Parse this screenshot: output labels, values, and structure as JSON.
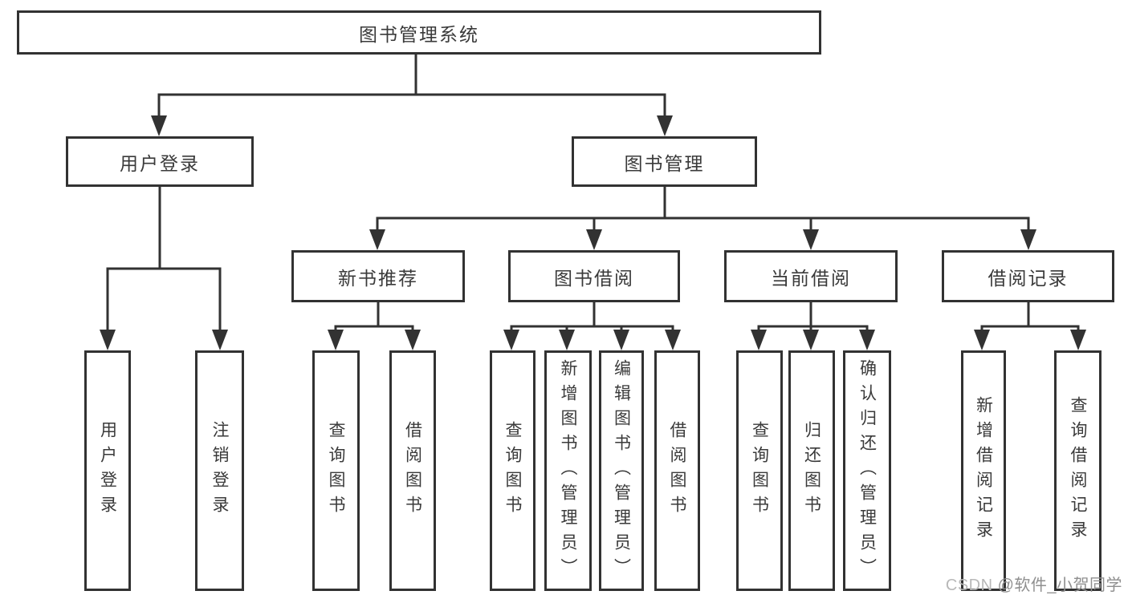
{
  "diagram": {
    "type": "hierarchy-diagram",
    "tree": {
      "label": "图书管理系统",
      "children": [
        {
          "label": "用户登录",
          "children": [
            {
              "label": "用户登录"
            },
            {
              "label": "注销登录"
            }
          ]
        },
        {
          "label": "图书管理",
          "children": [
            {
              "label": "新书推荐",
              "children": [
                {
                  "label": "查询图书"
                },
                {
                  "label": "借阅图书"
                }
              ]
            },
            {
              "label": "图书借阅",
              "children": [
                {
                  "label": "查询图书"
                },
                {
                  "label": "新增图书（管理员）"
                },
                {
                  "label": "编辑图书（管理员）"
                },
                {
                  "label": "借阅图书"
                }
              ]
            },
            {
              "label": "当前借阅",
              "children": [
                {
                  "label": "查询图书"
                },
                {
                  "label": "归还图书"
                },
                {
                  "label": "确认归还（管理员）"
                }
              ]
            },
            {
              "label": "借阅记录",
              "children": [
                {
                  "label": "新增借阅记录"
                },
                {
                  "label": "查询借阅记录"
                }
              ]
            }
          ]
        }
      ]
    },
    "colors": {
      "line": "#323232",
      "box_border": "#323232",
      "text": "#3a3a3a",
      "background": "#ffffff",
      "watermark_site": "#b8b8b8",
      "watermark_author": "#8f8f8f"
    }
  },
  "watermark": {
    "site": "CSDN",
    "author": "@软件_小贺同学"
  }
}
